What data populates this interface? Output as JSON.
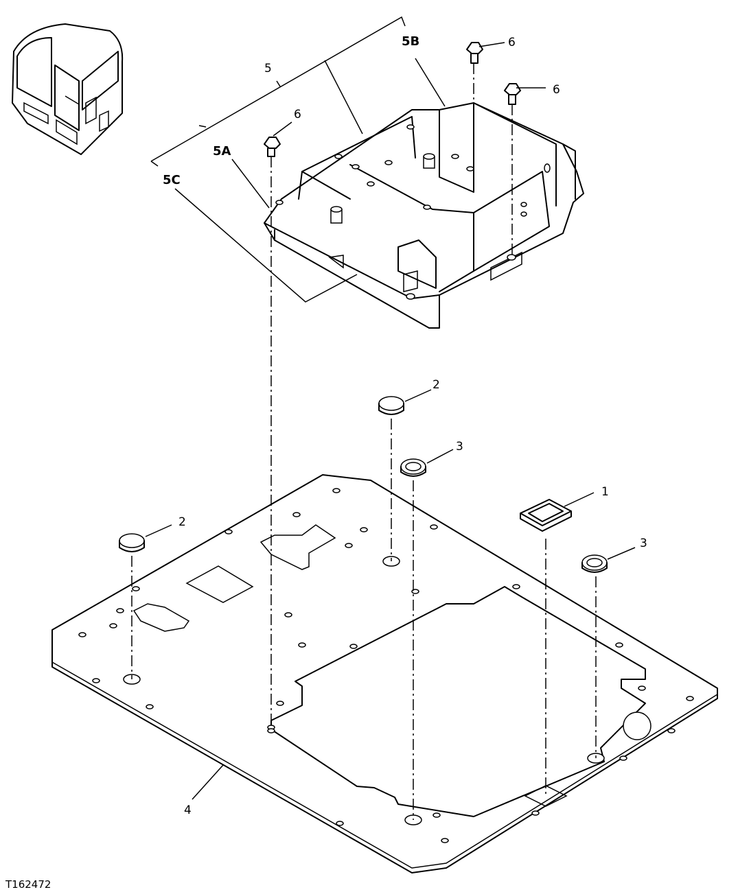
{
  "figure_id": "T162472",
  "callouts": {
    "c1": "1",
    "c2a": "2",
    "c2b": "2",
    "c3a": "3",
    "c3b": "3",
    "c4": "4",
    "c5": "5",
    "c5a": "5A",
    "c5b": "5B",
    "c5c": "5C",
    "c6a": "6",
    "c6b": "6",
    "c6c": "6"
  }
}
